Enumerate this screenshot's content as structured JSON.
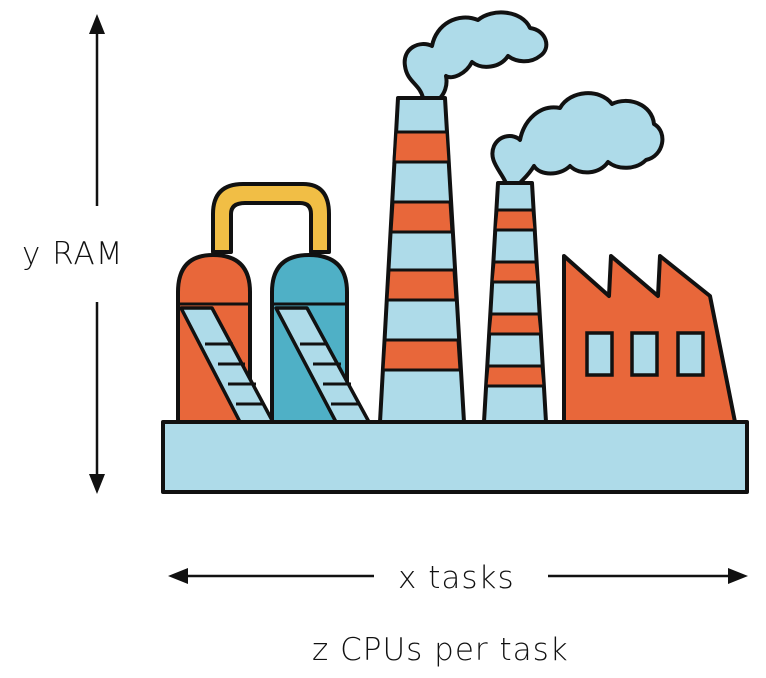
{
  "labels": {
    "y_axis": "y RAM",
    "x_axis": "x tasks",
    "z_caption": "z CPUs per task"
  },
  "colors": {
    "outline": "#111111",
    "orange": "#e8673a",
    "light_blue": "#aedbe9",
    "teal": "#4fb0c6",
    "yellow": "#f1be45",
    "background": "#ffffff"
  },
  "icons": {
    "illustration": "factory-icon"
  }
}
